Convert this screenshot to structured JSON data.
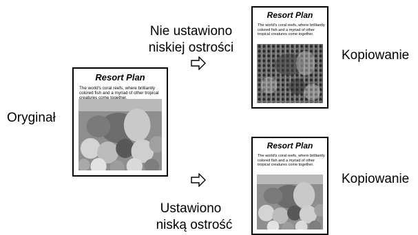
{
  "labels": {
    "original": "Oryginał",
    "not_set_line1": "Nie ustawiono",
    "not_set_line2": "niskiej ostrości",
    "set_line1": "Ustawiono",
    "set_line2": "niską ostrość",
    "copy_top": "Kopiowanie",
    "copy_bottom": "Kopiowanie"
  },
  "document": {
    "title": "Resort Plan",
    "body": "The world's coral reefs, where brilliantly colored fish and a myriad of other tropical creatures come together."
  },
  "icons": {
    "arrow_top": "hollow-right-arrow-icon",
    "arrow_bottom": "hollow-right-arrow-icon"
  }
}
